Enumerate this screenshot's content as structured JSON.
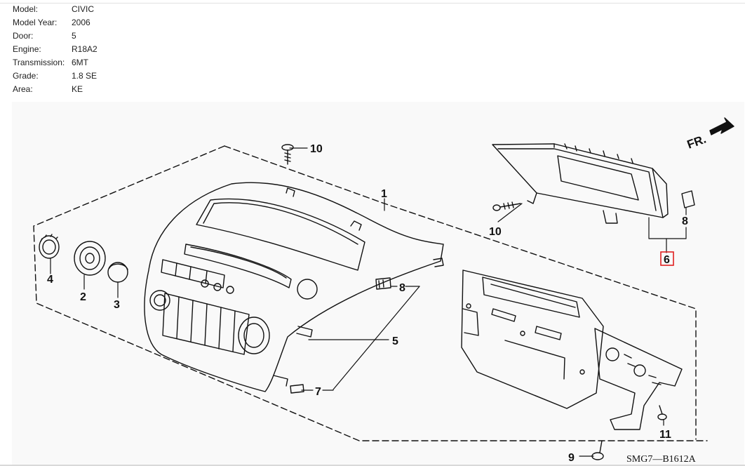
{
  "vehicle_info": [
    {
      "label": "Model:",
      "value": "CIVIC"
    },
    {
      "label": "Model Year:",
      "value": "2006"
    },
    {
      "label": "Door:",
      "value": "5"
    },
    {
      "label": "Engine:",
      "value": "R18A2"
    },
    {
      "label": "Transmission:",
      "value": "6MT"
    },
    {
      "label": "Grade:",
      "value": "1.8 SE"
    },
    {
      "label": "Area:",
      "value": "KE"
    }
  ],
  "diagram": {
    "callouts": {
      "c1": "1",
      "c2": "2",
      "c3": "3",
      "c4": "4",
      "c5": "5",
      "c6": "6",
      "c7": "7",
      "c8a": "8",
      "c8b": "8",
      "c9": "9",
      "c10a": "10",
      "c10b": "10",
      "c11": "11"
    },
    "code": "SMG7—B1612A",
    "front_label": "FR.",
    "highlight_color": "#e02020"
  }
}
